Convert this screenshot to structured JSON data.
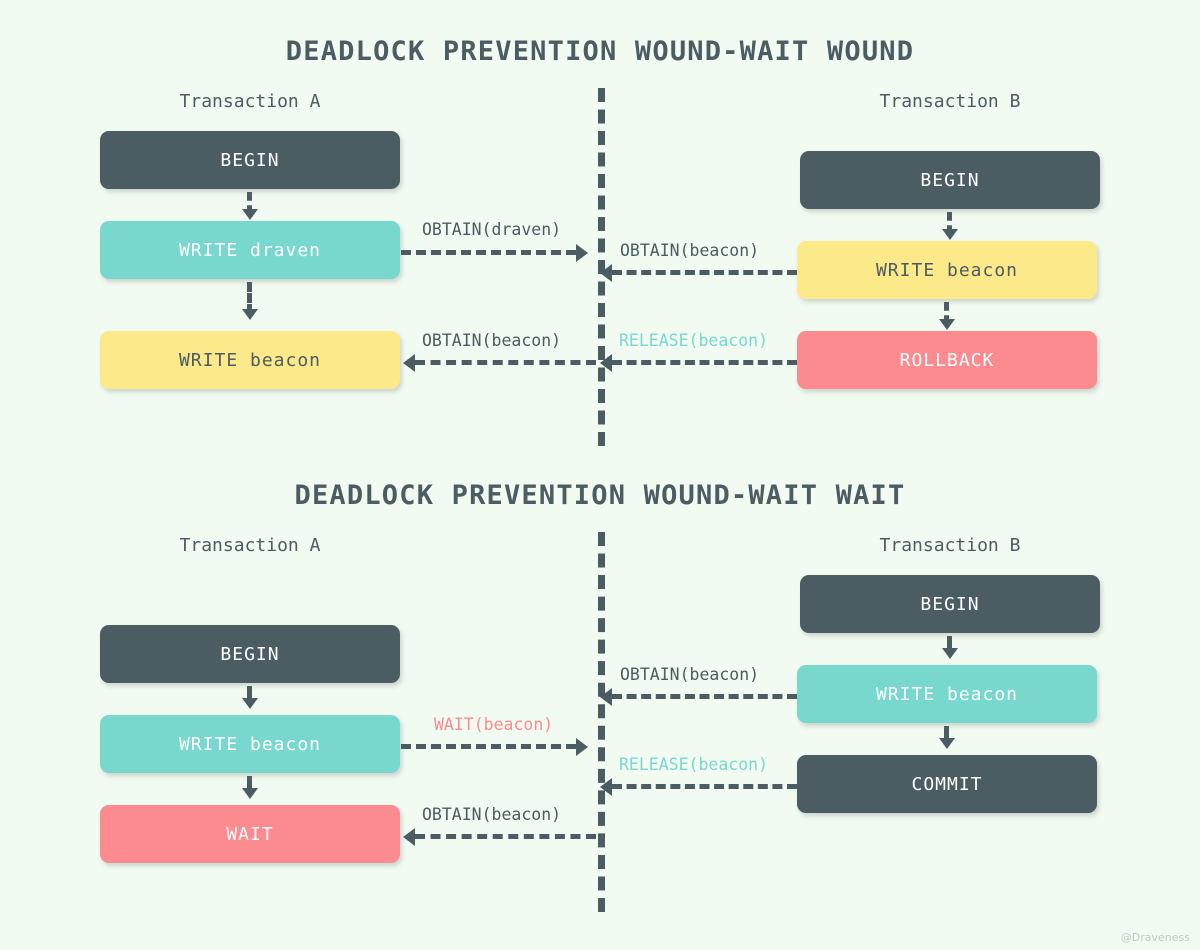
{
  "page": {
    "background": "#f2fbf1",
    "watermark": "@Draveness"
  },
  "palette": {
    "dark": "#4b5c63",
    "teal": "#78d8ce",
    "yellow": "#fce98a",
    "salmon": "#fc8b90",
    "text_dark": "#4b5c63",
    "text_light": "#ffffff"
  },
  "diagrams": [
    {
      "id": "wound",
      "title": "DEADLOCK PREVENTION WOUND-WAIT WOUND",
      "left_column_title": "Transaction A",
      "right_column_title": "Transaction B",
      "left_nodes": [
        {
          "label": "BEGIN",
          "color": "dark"
        },
        {
          "label": "WRITE draven",
          "color": "teal"
        },
        {
          "label": "WRITE beacon",
          "color": "yellow"
        }
      ],
      "right_nodes": [
        {
          "label": "BEGIN",
          "color": "dark"
        },
        {
          "label": "WRITE beacon",
          "color": "yellow"
        },
        {
          "label": "ROLLBACK",
          "color": "salmon"
        }
      ],
      "edges": [
        {
          "label": "OBTAIN(draven)",
          "color": "dark",
          "direction": "right",
          "side": "left"
        },
        {
          "label": "OBTAIN(beacon)",
          "color": "dark",
          "direction": "left",
          "side": "right"
        },
        {
          "label": "OBTAIN(beacon)",
          "color": "dark",
          "direction": "left",
          "side": "left"
        },
        {
          "label": "RELEASE(beacon)",
          "color": "teal",
          "direction": "left",
          "side": "right"
        }
      ]
    },
    {
      "id": "wait",
      "title": "DEADLOCK PREVENTION WOUND-WAIT WAIT",
      "left_column_title": "Transaction A",
      "right_column_title": "Transaction B",
      "left_nodes": [
        {
          "label": "BEGIN",
          "color": "dark"
        },
        {
          "label": "WRITE beacon",
          "color": "teal"
        },
        {
          "label": "WAIT",
          "color": "salmon"
        }
      ],
      "right_nodes": [
        {
          "label": "BEGIN",
          "color": "dark"
        },
        {
          "label": "WRITE beacon",
          "color": "teal"
        },
        {
          "label": "COMMIT",
          "color": "dark"
        }
      ],
      "edges": [
        {
          "label": "OBTAIN(beacon)",
          "color": "dark",
          "direction": "left",
          "side": "right"
        },
        {
          "label": "WAIT(beacon)",
          "color": "salmon",
          "direction": "right",
          "side": "left"
        },
        {
          "label": "RELEASE(beacon)",
          "color": "teal",
          "direction": "left",
          "side": "right"
        },
        {
          "label": "OBTAIN(beacon)",
          "color": "dark",
          "direction": "left",
          "side": "left"
        }
      ]
    }
  ]
}
